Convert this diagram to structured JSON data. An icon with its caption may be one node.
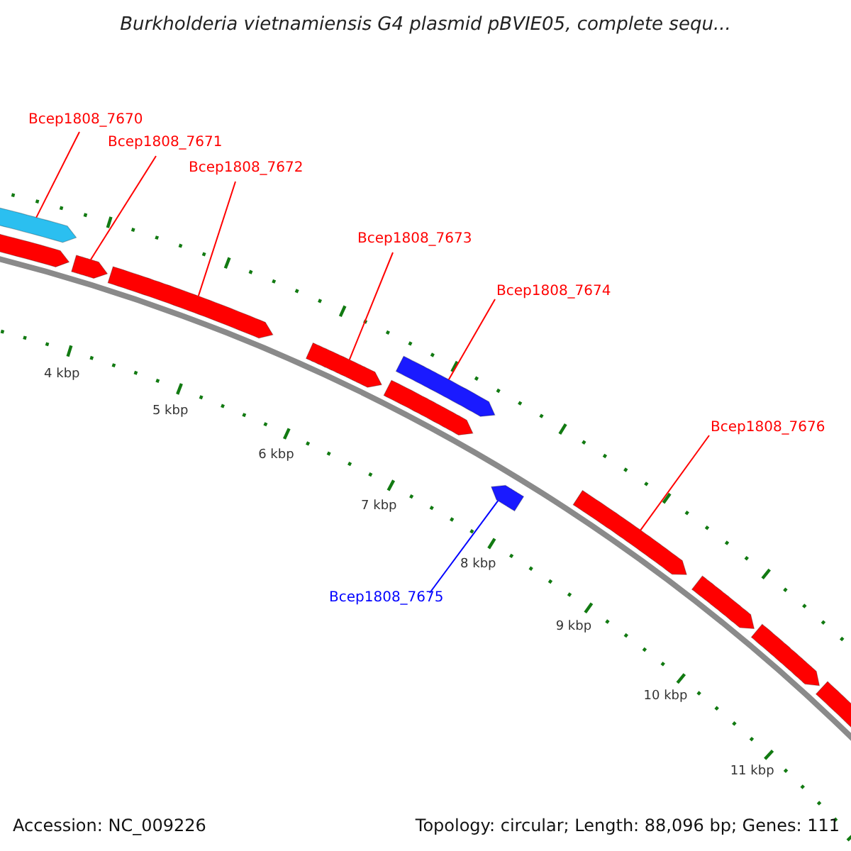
{
  "diagram": {
    "title": "Burkholderia vietnamiensis G4 plasmid pBVIE05, complete sequ...",
    "nodes": [
      {
        "text": [
          "Bcep1808_7670"
        ]
      },
      {
        "text": [
          "Bcep1808_7671"
        ]
      },
      {
        "text": [
          "Bcep1808_7672"
        ]
      },
      {
        "text": [
          "Bcep1808_7673"
        ]
      },
      {
        "text": [
          "Bcep1808_7674"
        ]
      },
      {
        "text": [
          "Bcep1808_7676"
        ]
      },
      {
        "text": [
          "Bcep1808_7675"
        ]
      },
      {
        "text": [],
        "shape": "bar"
      },
      {
        "text": [],
        "shape": "bar"
      },
      {
        "text": [],
        "shape": "bar"
      },
      {
        "text": [],
        "shape": "bar"
      },
      {
        "text": [],
        "shape": "bar"
      },
      {
        "text": [],
        "shape": "bar"
      },
      {
        "text": [],
        "shape": "bar"
      },
      {
        "text": [],
        "shape": "bar"
      },
      {
        "text": [],
        "shape": "bar"
      },
      {
        "text": [],
        "shape": "bar"
      },
      {
        "text": [],
        "shape": "bar"
      },
      {
        "text": [],
        "shape": "bar"
      }
    ],
    "edges": [
      {
        "from": 0,
        "to": 7,
        "arrow": "none"
      },
      {
        "from": 1,
        "to": 9,
        "arrow": "none"
      },
      {
        "from": 2,
        "to": 10,
        "arrow": "none"
      },
      {
        "from": 3,
        "to": 11,
        "arrow": "none"
      },
      {
        "from": 4,
        "to": 12,
        "arrow": "none"
      },
      {
        "from": 5,
        "to": 15,
        "arrow": "none"
      },
      {
        "from": 6,
        "to": 14,
        "arrow": "none",
        "color": "#0000ff"
      }
    ],
    "labels": [
      "4 kbp",
      "5 kbp",
      "6 kbp",
      "7 kbp",
      "8 kbp",
      "9 kbp",
      "10 kbp",
      "11 kbp",
      "Accession: NC_009226",
      "Topology: circular; Length: 88,096 bp; Genes: 111"
    ]
  }
}
